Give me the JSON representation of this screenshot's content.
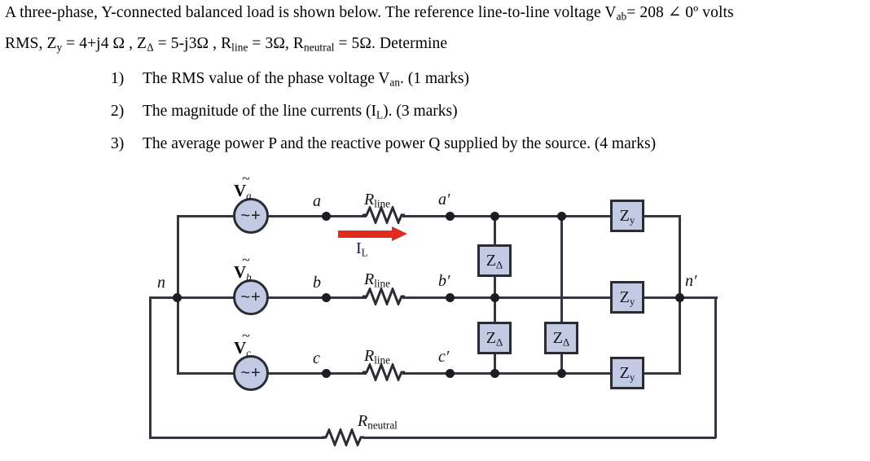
{
  "problem": {
    "line1_a": "A three-phase, Y-connected balanced load is shown below. The reference line-to-line voltage V",
    "line1_sub": "ab",
    "line1_b": "= 208 ∠ 0º volts",
    "line2_a": "RMS, Z",
    "line2_sub1": "y",
    "line2_b": " = 4+j4 Ω , Z",
    "line2_sub2": "Δ",
    "line2_c": " = 5-j3Ω , R",
    "line2_sub3": "line",
    "line2_d": " = 3Ω, R",
    "line2_sub4": "neutral",
    "line2_e": " = 5Ω. Determine",
    "questions": [
      {
        "number": "1)",
        "text_a": "The RMS value of the phase voltage V",
        "sub": "an",
        "text_b": ". (1 marks)"
      },
      {
        "number": "2)",
        "text_a": "The magnitude of the line currents (I",
        "sub": "L",
        "text_b": "). (3 marks)"
      },
      {
        "number": "3)",
        "text_a": "The average power P and the reactive power Q supplied by the source. (4 marks)",
        "sub": "",
        "text_b": ""
      }
    ]
  },
  "circuit": {
    "sources": [
      {
        "symbol": "~+",
        "label_main": "V",
        "label_sub": "a",
        "tilde": "~"
      },
      {
        "symbol": "~+",
        "label_main": "V",
        "label_sub": "b",
        "tilde": "~"
      },
      {
        "symbol": "~+",
        "label_main": "V",
        "label_sub": "c",
        "tilde": "~"
      }
    ],
    "line_resistors": [
      {
        "label_main": "R",
        "label_sub": "line"
      },
      {
        "label_main": "R",
        "label_sub": "line"
      },
      {
        "label_main": "R",
        "label_sub": "line"
      }
    ],
    "neutral_resistor": {
      "label_main": "R",
      "label_sub": "neutral"
    },
    "source_nodes": [
      "a",
      "b",
      "c"
    ],
    "load_nodes": [
      "a′",
      "b′",
      "c′"
    ],
    "neutral_node_left": "n",
    "neutral_node_right": "n′",
    "delta_impedances": [
      {
        "label_main": "Z",
        "label_sub": "Δ"
      },
      {
        "label_main": "Z",
        "label_sub": "Δ"
      },
      {
        "label_main": "Z",
        "label_sub": "Δ"
      }
    ],
    "wye_impedances": [
      {
        "label_main": "Z",
        "label_sub": "y"
      },
      {
        "label_main": "Z",
        "label_sub": "y"
      },
      {
        "label_main": "Z",
        "label_sub": "y"
      }
    ],
    "current_arrow": {
      "label_main": "I",
      "label_sub": "L",
      "color": "#e02b20"
    },
    "colors": {
      "wire": "#363640",
      "component_fill": "#c3cae4",
      "component_stroke": "#2b2b33",
      "arrow": "#e02b20"
    }
  }
}
